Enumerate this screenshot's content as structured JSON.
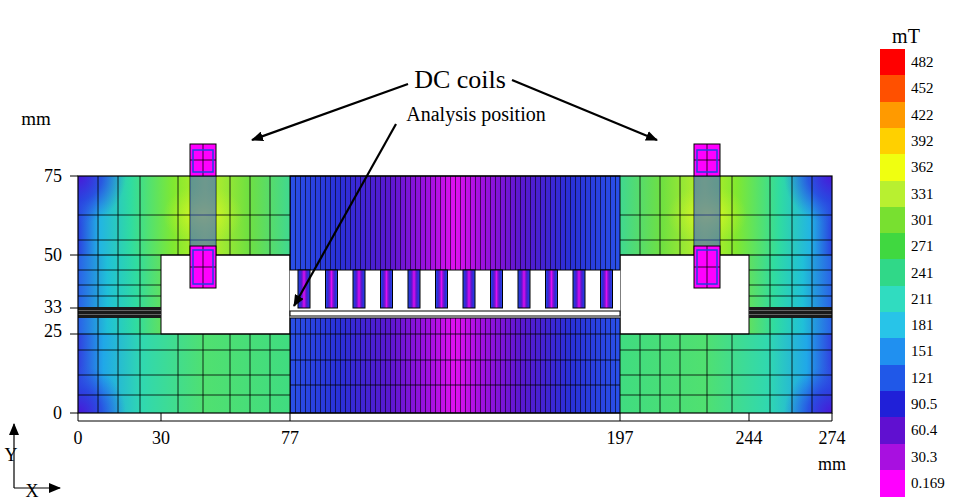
{
  "diagram": {
    "labels": [
      "mm",
      "75",
      "50",
      "33",
      "25",
      "0",
      "0",
      "30",
      "77",
      "197",
      "244",
      "274",
      "mm",
      "Y",
      "X",
      "DC coils",
      "Analysis position",
      "mT"
    ],
    "legend": [
      {
        "text": "482",
        "color": "#ff0000"
      },
      {
        "text": "452",
        "color": "#ff5000"
      },
      {
        "text": "422",
        "color": "#ff9a00"
      },
      {
        "text": "392",
        "color": "#ffd000"
      },
      {
        "text": "362",
        "color": "#f0ff10"
      },
      {
        "text": "331",
        "color": "#b8f030"
      },
      {
        "text": "301",
        "color": "#78e030"
      },
      {
        "text": "271",
        "color": "#40d840"
      },
      {
        "text": "241",
        "color": "#30d888"
      },
      {
        "text": "211",
        "color": "#30dcc0"
      },
      {
        "text": "181",
        "color": "#28c4e8"
      },
      {
        "text": "151",
        "color": "#2090f0"
      },
      {
        "text": "121",
        "color": "#2058e8"
      },
      {
        "text": "90.5",
        "color": "#2020d8"
      },
      {
        "text": "60.4",
        "color": "#6010d0"
      },
      {
        "text": "30.3",
        "color": "#a810e0"
      },
      {
        "text": "0.169",
        "color": "#ff00ff"
      }
    ]
  }
}
